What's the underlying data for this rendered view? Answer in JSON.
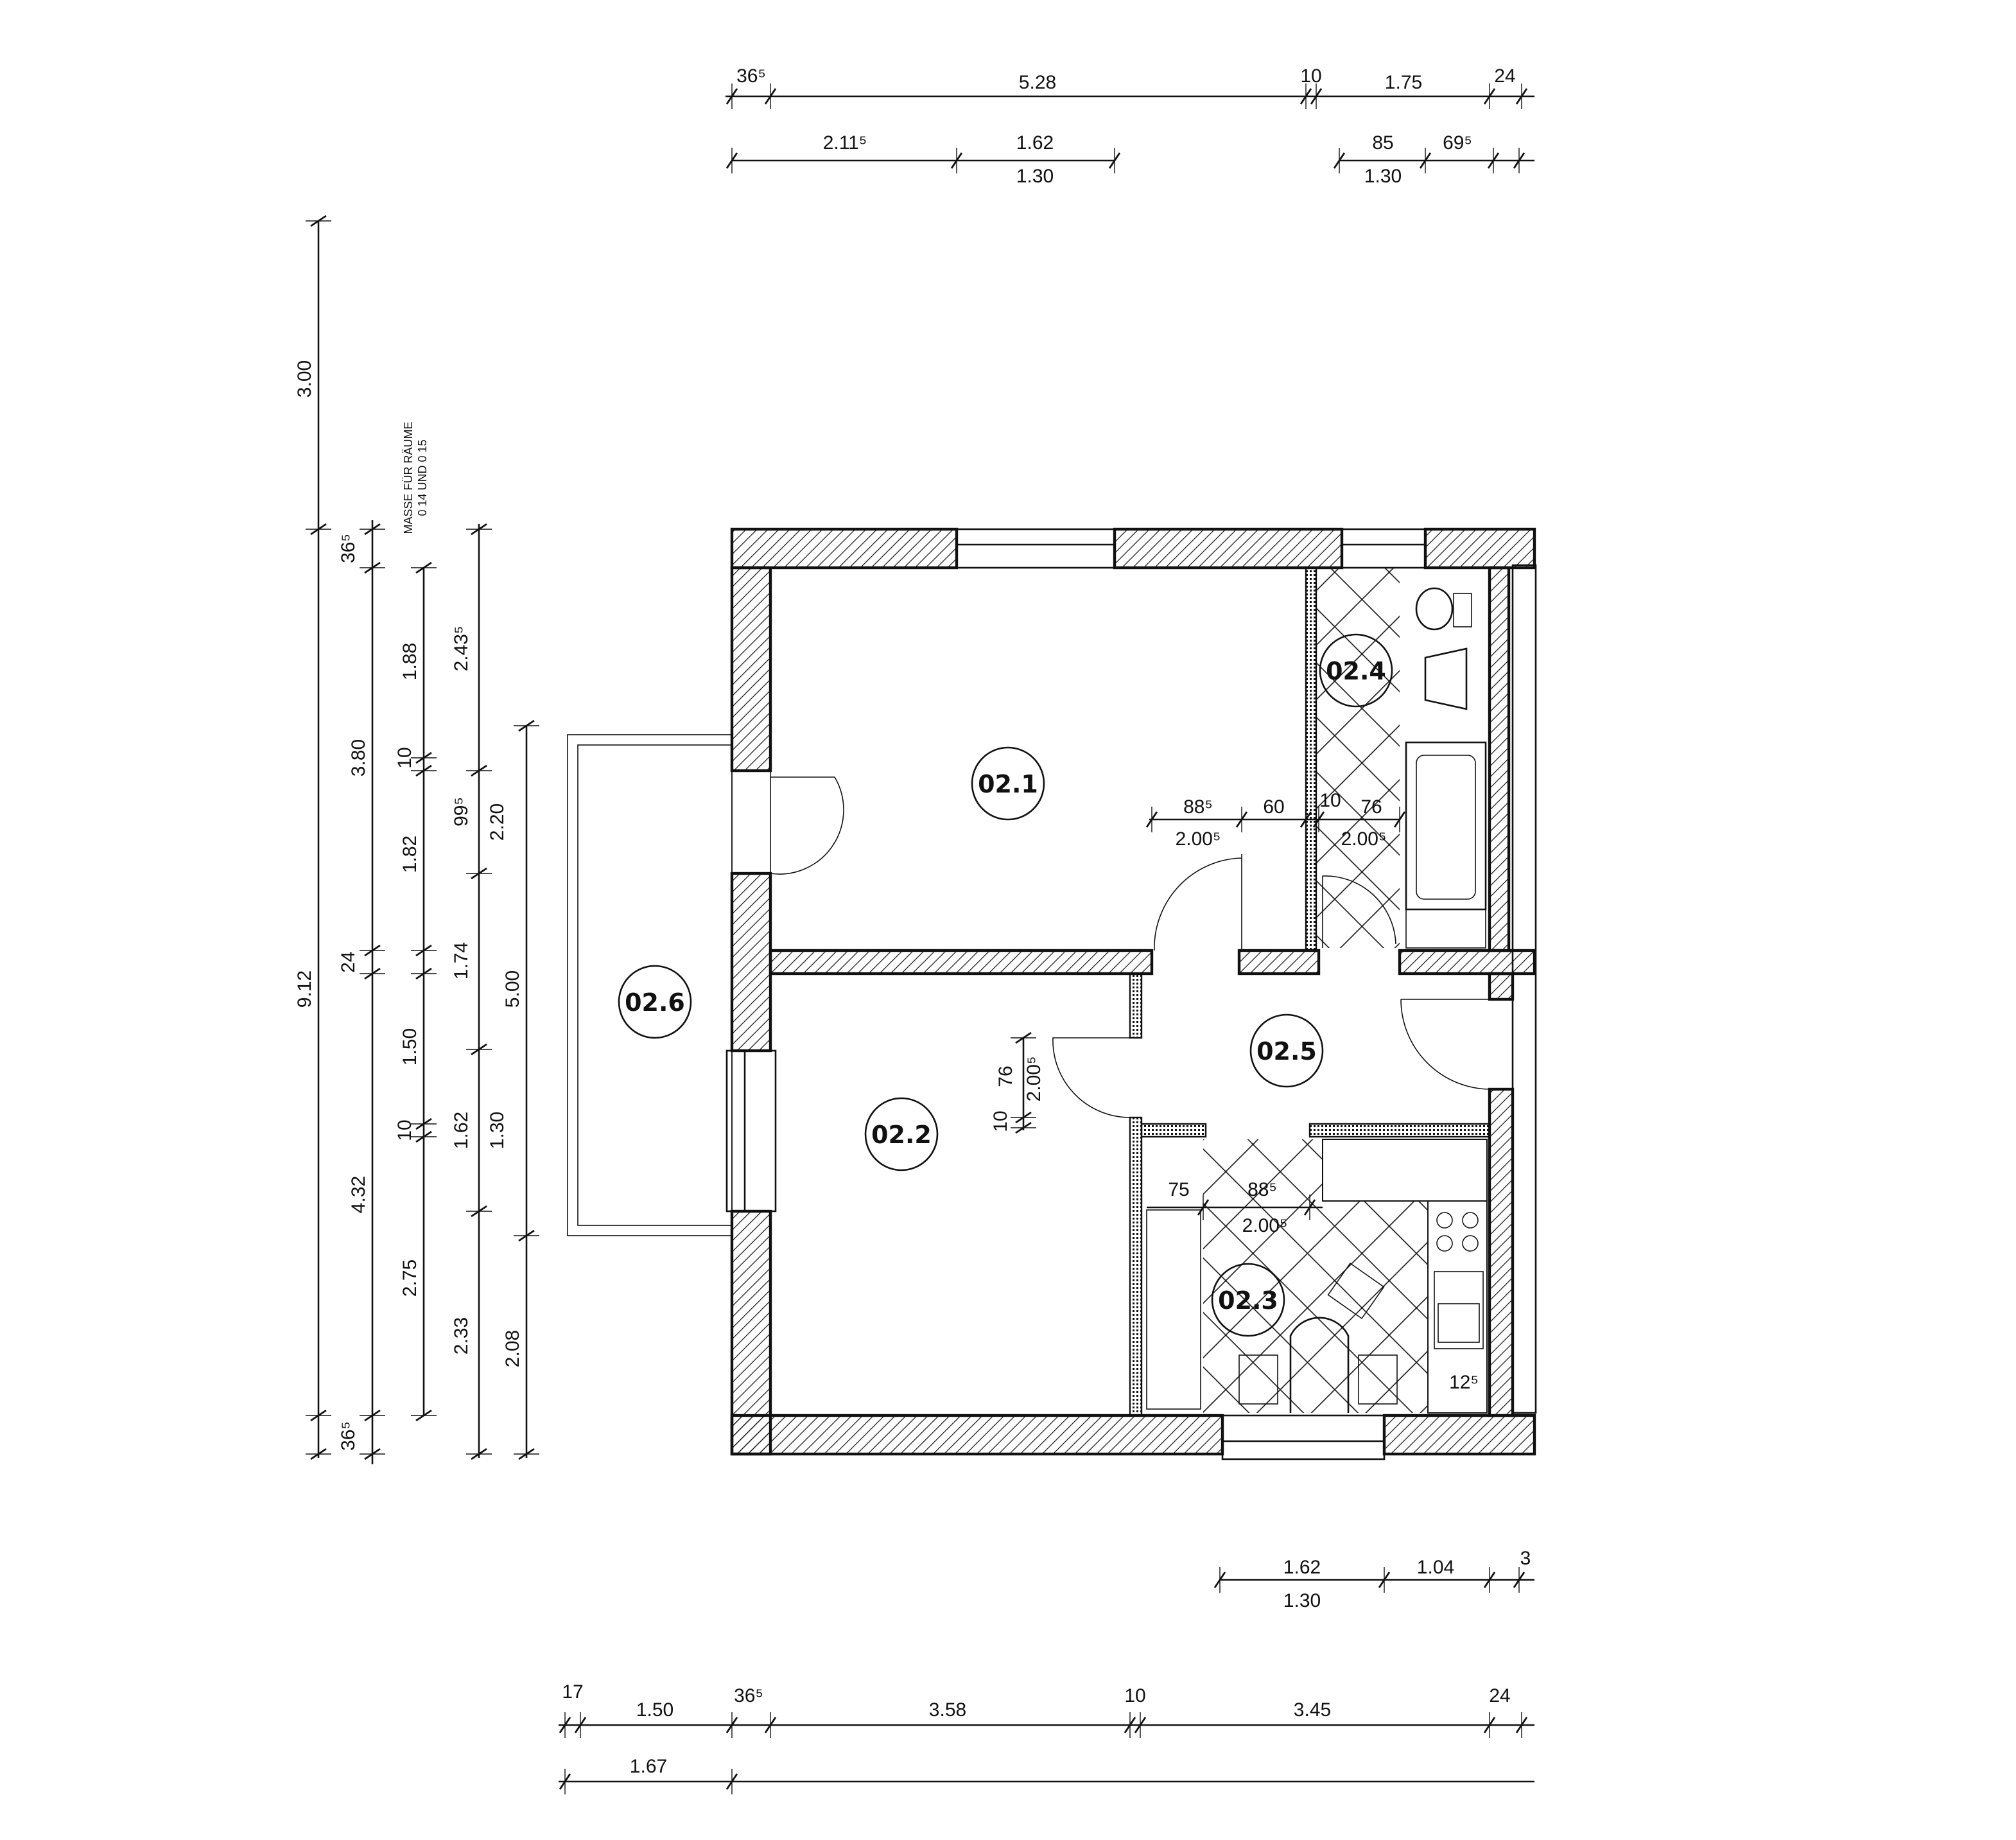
{
  "title": "Floor plan - apartment rooms 02.1 to 02.6",
  "rooms": [
    {
      "id": "02.1"
    },
    {
      "id": "02.2"
    },
    {
      "id": "02.3"
    },
    {
      "id": "02.4"
    },
    {
      "id": "02.5"
    },
    {
      "id": "02.6"
    }
  ],
  "note": {
    "line1": "MASSE FÜR RÄUME",
    "line2": "0 14  UND  0 15"
  },
  "top_dims": {
    "row1": [
      "36⁵",
      "5.28",
      "10",
      "1.75",
      "24"
    ],
    "row2": [
      "2.11⁵",
      "1.62",
      "1.30",
      "85",
      "69⁵",
      "1.30"
    ]
  },
  "left_dims": {
    "col1": [
      "3.00",
      "9.12"
    ],
    "col2": [
      "36⁵",
      "3.80",
      "24",
      "4.32",
      "36⁵"
    ],
    "col3": [
      "1.88",
      "10",
      "1.82",
      "1.50",
      "10",
      "2.75"
    ],
    "col4": [
      "2.43⁵",
      "99⁵",
      "1.74",
      "1.62",
      "2.33",
      "2.20",
      "1.30"
    ],
    "col5": [
      "5.00",
      "2.08"
    ]
  },
  "interior_dims": {
    "hall": [
      "88⁵",
      "2.00⁵",
      "60"
    ],
    "bath": [
      "10",
      "76",
      "2.00⁵"
    ],
    "room22": [
      "76",
      "2.00⁵",
      "10"
    ],
    "kitchen": [
      "75",
      "88⁵",
      "2.00⁵",
      "12⁵"
    ]
  },
  "bottom_dims": {
    "row1": [
      "1.62",
      "1.30",
      "1.04",
      "3"
    ],
    "row2": [
      "17",
      "1.50",
      "36⁵",
      "3.58",
      "10",
      "3.45",
      "24"
    ],
    "row3": [
      "1.67"
    ]
  }
}
